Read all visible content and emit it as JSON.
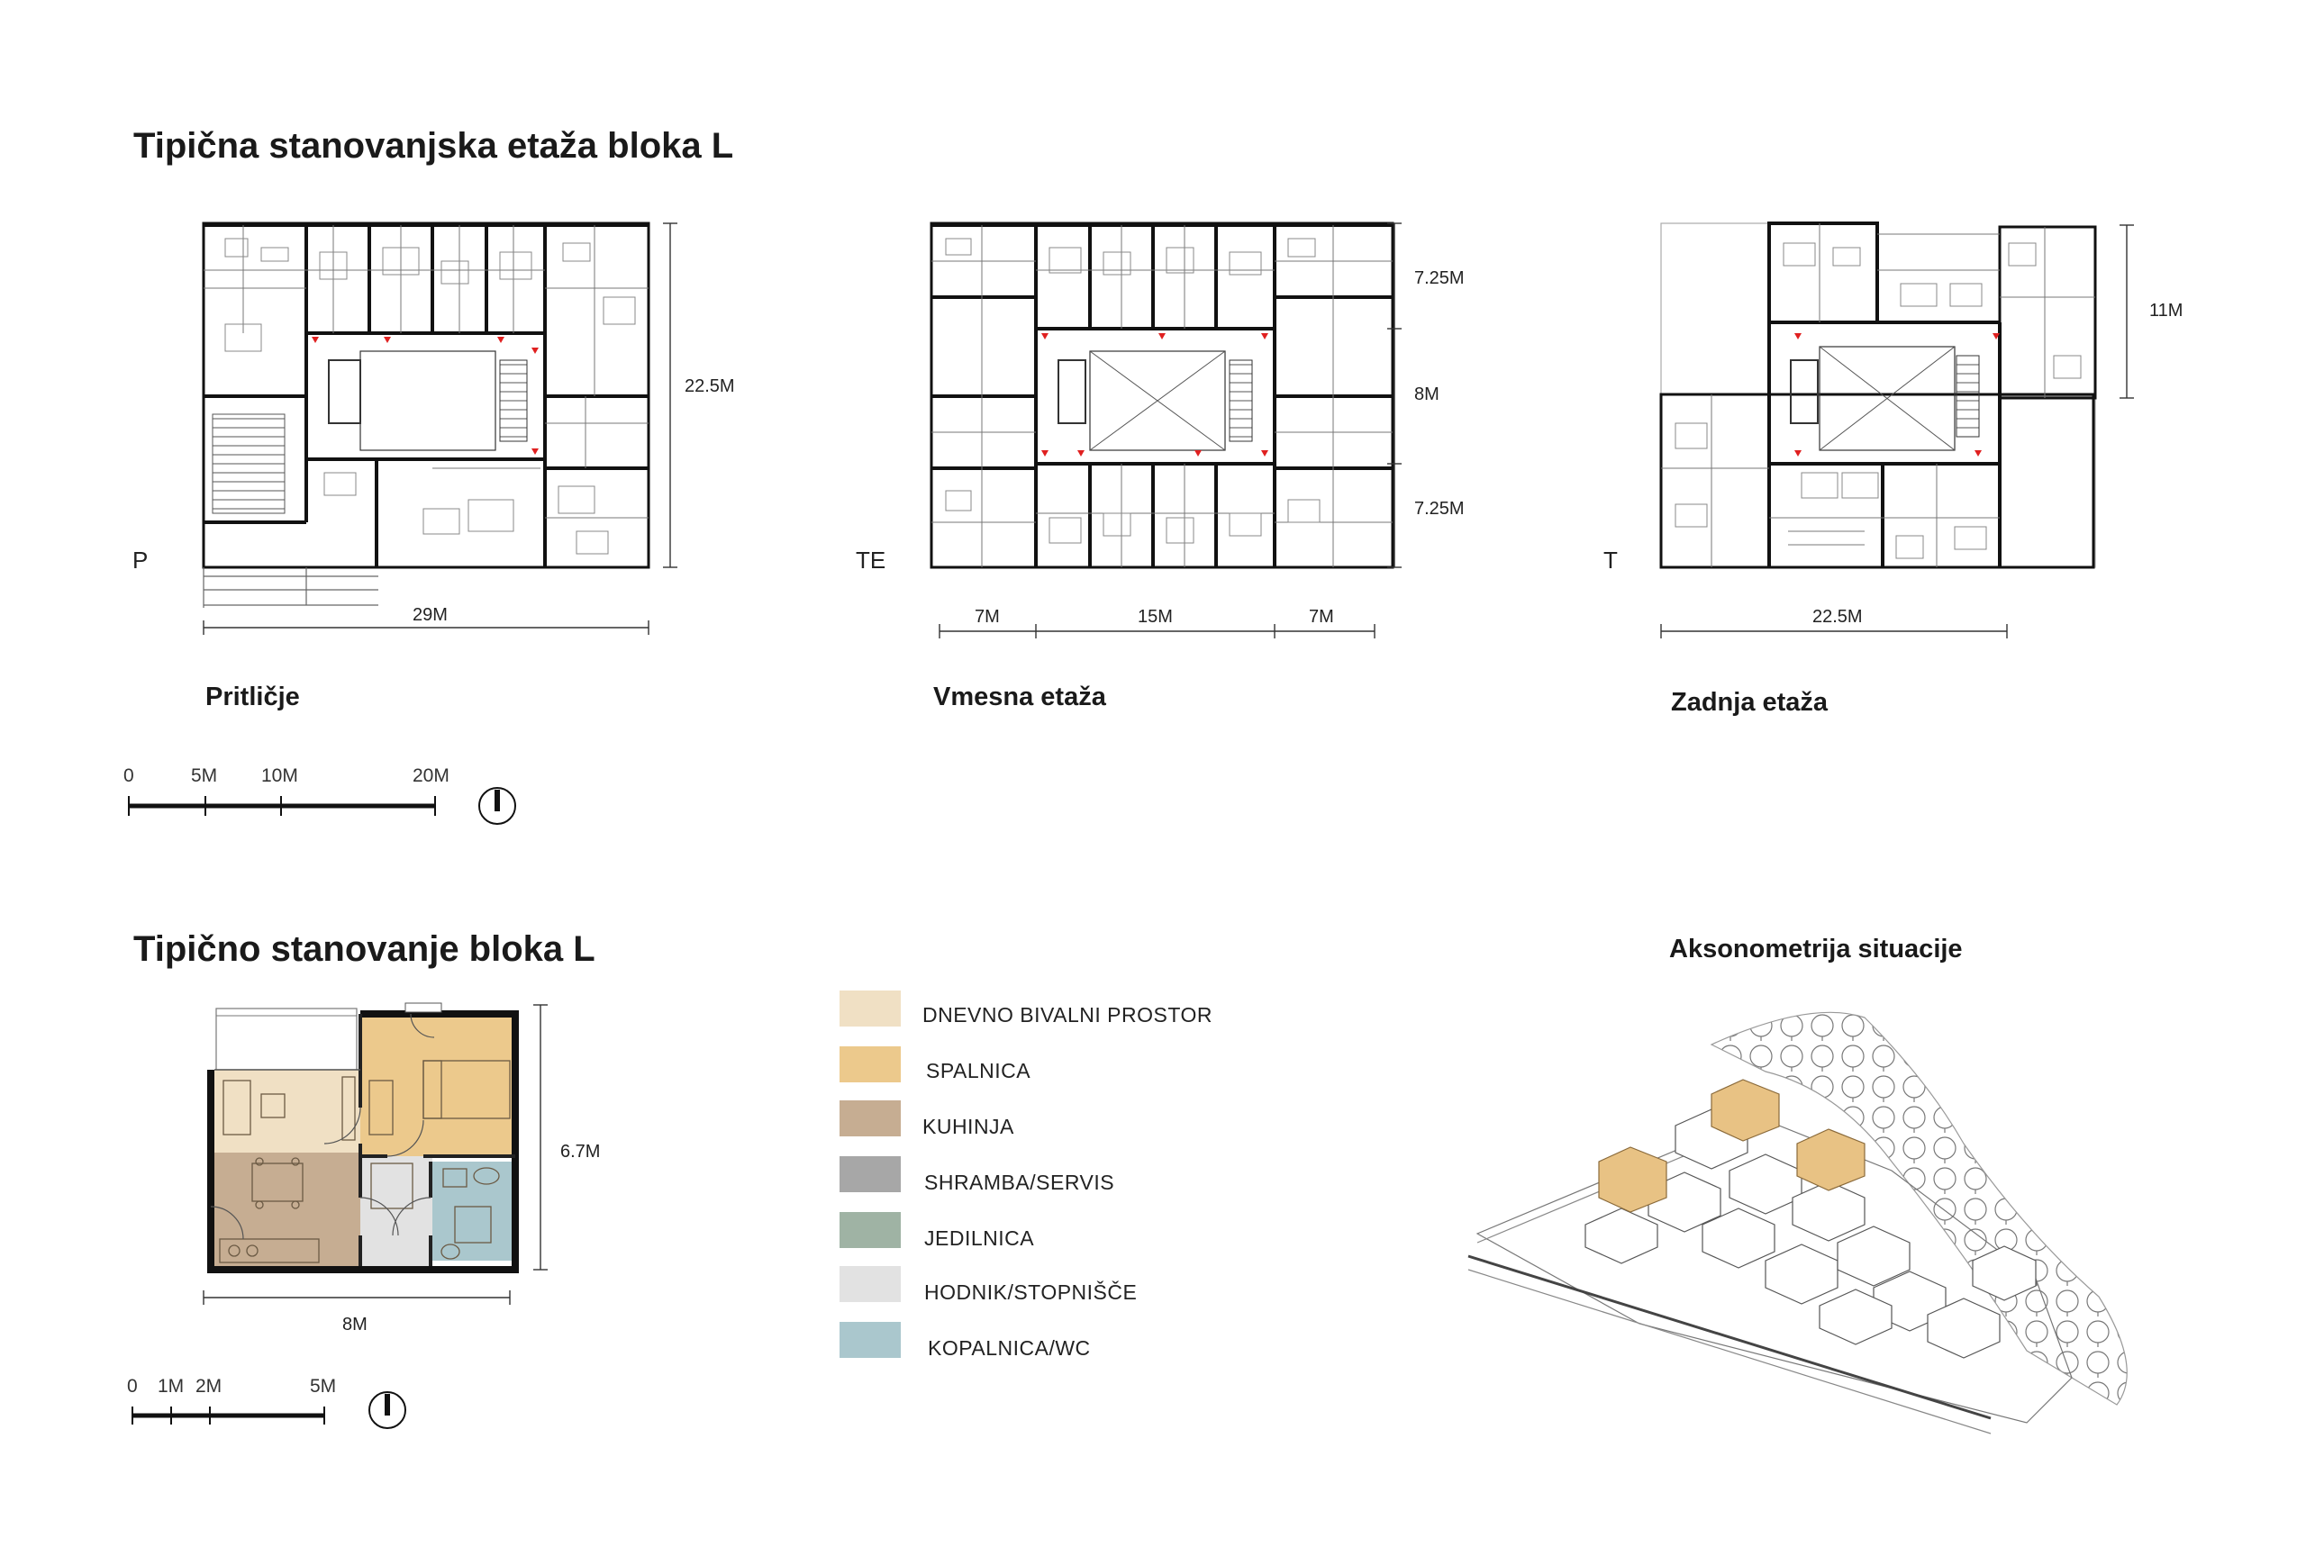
{
  "headings": {
    "floor_plans": "Tipična stanovanjska etaža bloka L",
    "apartment": "Tipično stanovanje bloka L",
    "axonometry": "Aksonometrija situacije"
  },
  "plans": {
    "ground": {
      "tag": "P",
      "caption": "Pritličje",
      "width_label": "29M",
      "height_label": "22.5M"
    },
    "typical": {
      "tag": "TE",
      "caption": "Vmesna etaža",
      "dims_bottom": [
        "7M",
        "15M",
        "7M"
      ],
      "dims_side": [
        "7.25M",
        "8M",
        "7.25M"
      ]
    },
    "top": {
      "tag": "T",
      "caption": "Zadnja etaža",
      "width_label": "22.5M",
      "height_label": "11M"
    }
  },
  "scale_bar_plans": {
    "ticks": [
      "0",
      "5M",
      "10M",
      "20M"
    ]
  },
  "scale_bar_apartment": {
    "ticks": [
      "0",
      "1M",
      "2M",
      "5M"
    ]
  },
  "apartment": {
    "width_label": "8M",
    "height_label": "6.7M"
  },
  "legend": [
    {
      "label": "DNEVNO BIVALNI PROSTOR",
      "color": "#f0e0c4"
    },
    {
      "label": "SPALNICA",
      "color": "#ecc98c"
    },
    {
      "label": "KUHINJA",
      "color": "#c6ad92"
    },
    {
      "label": "SHRAMBA/SERVIS",
      "color": "#a7a7a7"
    },
    {
      "label": "JEDILNICA",
      "color": "#9fb3a4"
    },
    {
      "label": "HODNIK/STOPNIŠČE",
      "color": "#e2e2e2"
    },
    {
      "label": "KOPALNICA/WC",
      "color": "#aac7cd"
    }
  ],
  "colors": {
    "wall": "#111111",
    "marker": "#e02020",
    "accent_building": "#e8c284"
  }
}
